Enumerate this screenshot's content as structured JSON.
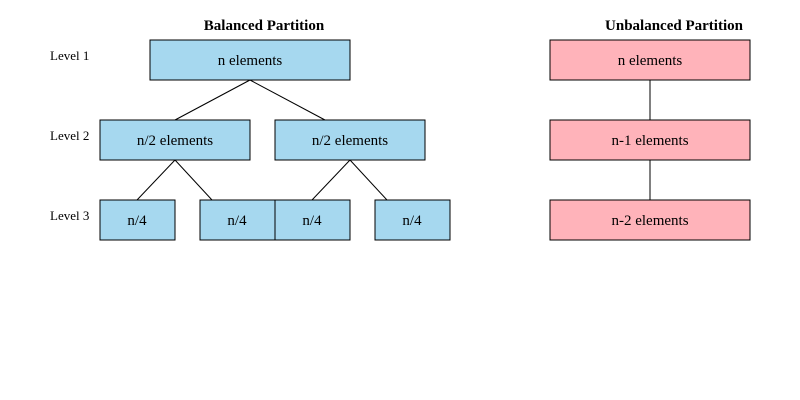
{
  "colors": {
    "balanced_fill": "#a6d8ef",
    "unbalanced_fill": "#ffb3ba",
    "edge": "#000000"
  },
  "balanced": {
    "title": "Balanced Partition",
    "root": "n elements",
    "level2": [
      "n/2 elements",
      "n/2 elements"
    ],
    "level3": [
      "n/4",
      "n/4",
      "n/4",
      "n/4"
    ]
  },
  "unbalanced": {
    "title": "Unbalanced Partition",
    "nodes": [
      "n elements",
      "n-1 elements",
      "n-2 elements"
    ]
  },
  "levels": [
    "Level 1",
    "Level 2",
    "Level 3"
  ]
}
